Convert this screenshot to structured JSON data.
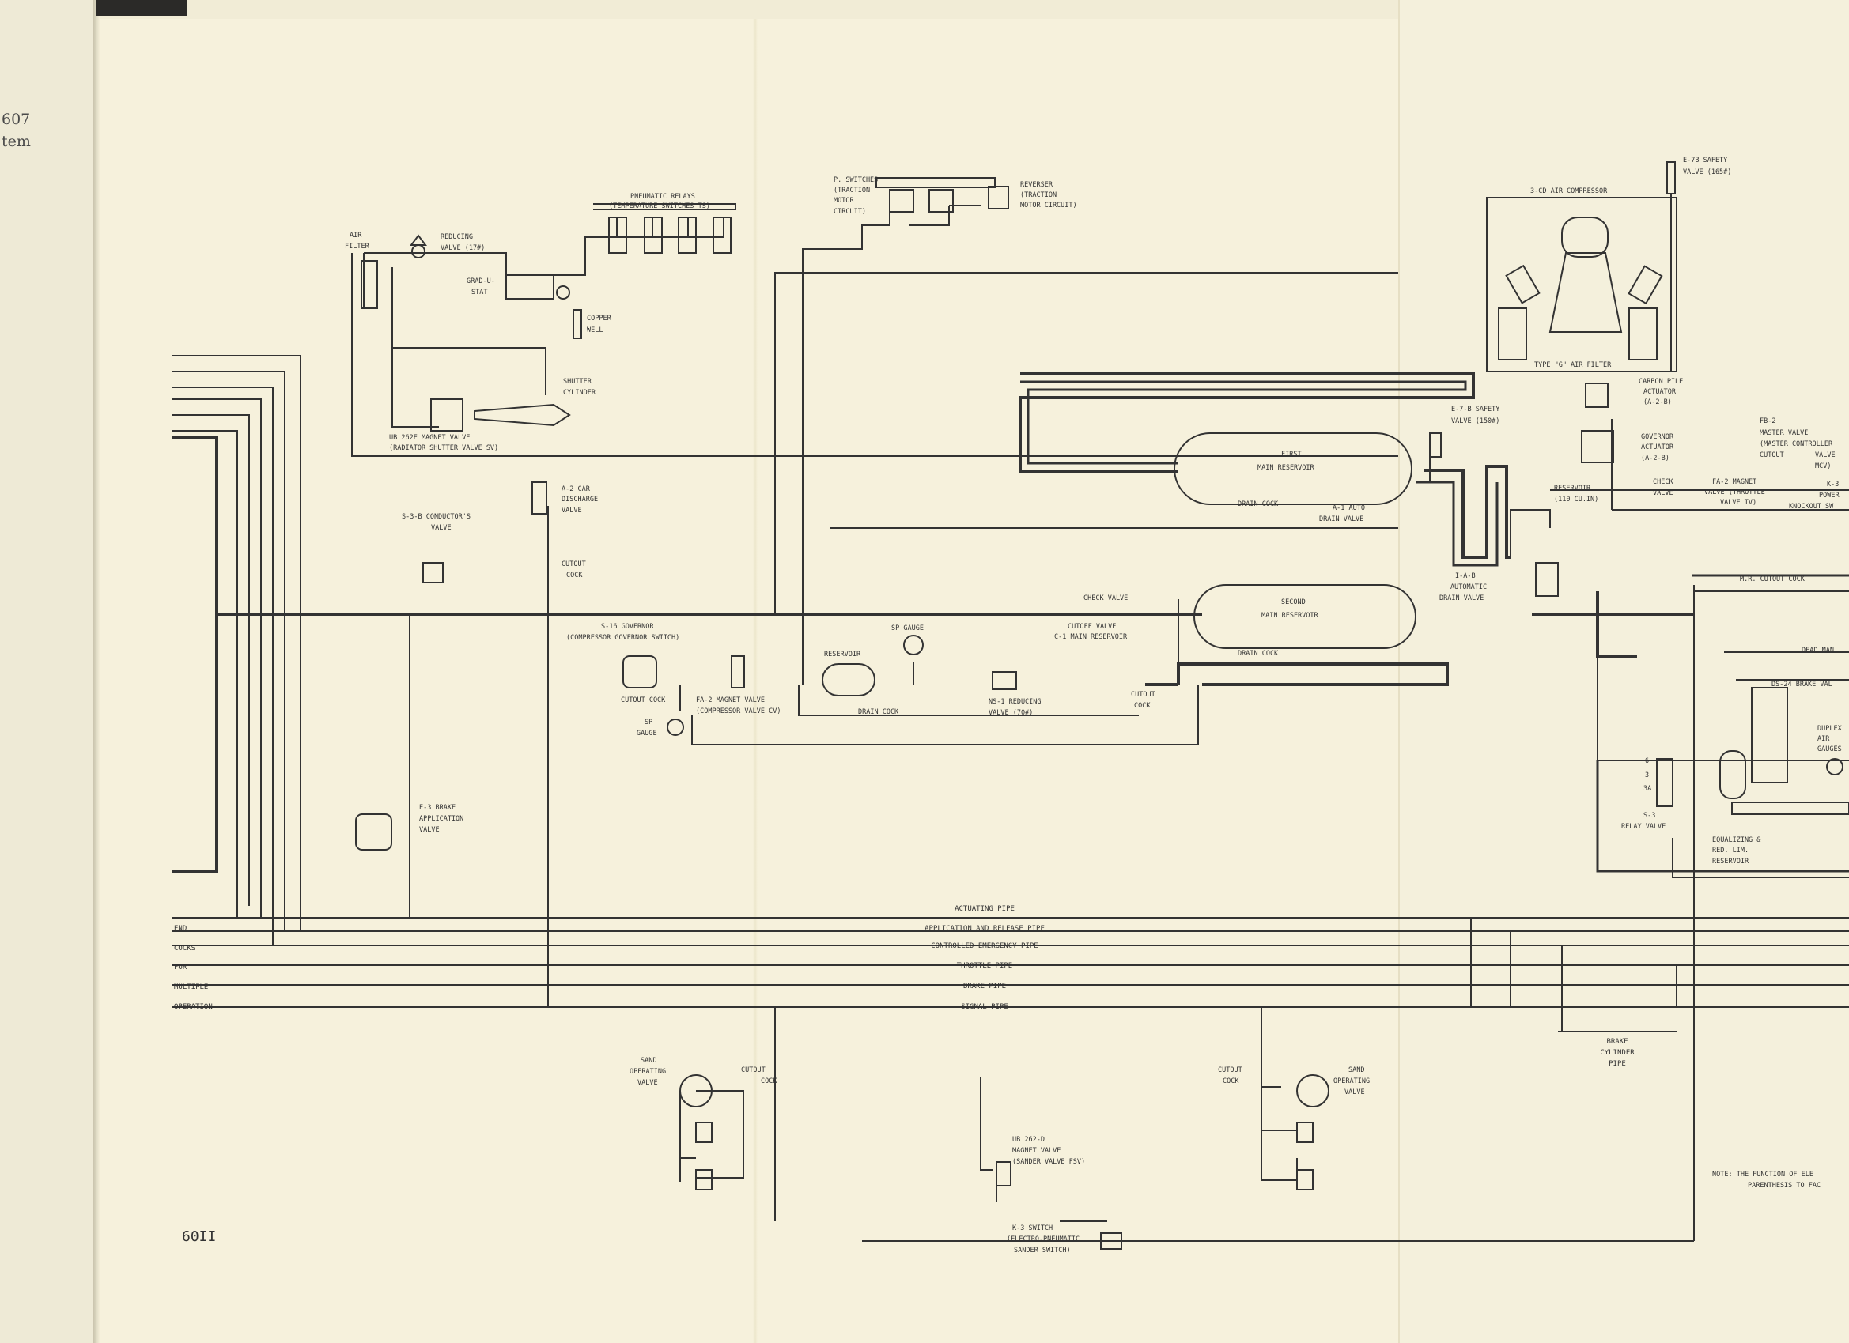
{
  "left_edge": {
    "line1": "607",
    "line2": "tem"
  },
  "page_number": "60II",
  "pipes": {
    "actuating": "ACTUATING PIPE",
    "app_release": "APPLICATION AND RELEASE PIPE",
    "controlled_emergency": "CONTROLLED EMERGENCY PIPE",
    "throttle": "THROTTLE PIPE",
    "brake": "BRAKE PIPE",
    "signal": "SIGNAL PIPE",
    "brake_cylinder": [
      "BRAKE",
      "CYLINDER",
      "PIPE"
    ]
  },
  "left_labels": [
    "END",
    "COCKS",
    "FOR",
    "MULTIPLE",
    "OPERATION"
  ],
  "components": {
    "air_filter": [
      "AIR",
      "FILTER"
    ],
    "reducing_valve": [
      "REDUCING",
      "VALVE (17#)"
    ],
    "pneumatic_relays": [
      "PNEUMATIC RELAYS",
      "(TEMPERATURE SWITCHES TS)"
    ],
    "grad_u_stat": [
      "GRAD-U-",
      "STAT"
    ],
    "copper_well": [
      "COPPER",
      "WELL"
    ],
    "shutter_cylinder": [
      "SHUTTER",
      "CYLINDER"
    ],
    "ub262e": [
      "UB 262E MAGNET VALVE",
      "(RADIATOR SHUTTER VALVE SV)"
    ],
    "p_switches": [
      "P. SWITCHES",
      "(TRACTION",
      "MOTOR",
      "CIRCUIT)"
    ],
    "reverser": [
      "REVERSER",
      "(TRACTION",
      "MOTOR CIRCUIT)"
    ],
    "e7b_safety": [
      "E-7B SAFETY",
      "VALVE (165#)"
    ],
    "compressor": "3-CD AIR COMPRESSOR",
    "type_g_filter": "TYPE \"G\" AIR FILTER",
    "carbon_pile": [
      "CARBON PILE",
      "ACTUATOR",
      "(A-2-B)"
    ],
    "governor_actuator": [
      "GOVERNOR",
      "ACTUATOR",
      "(A-2-B)"
    ],
    "reservoir_110": [
      "RESERVOIR",
      "(110 CU.IN)"
    ],
    "check_valve_right": [
      "CHECK",
      "VALVE"
    ],
    "fa2_throttle": [
      "FA-2 MAGNET",
      "VALVE (THROTTLE",
      "VALVE TV)"
    ],
    "fb2_master": [
      "FB-2",
      "MASTER VALVE",
      "(MASTER CONTROLLER",
      "CUTOUT",
      "VALVE",
      "MCV)"
    ],
    "k3_power": [
      "K-3",
      "POWER",
      "KNOCKOUT SW"
    ],
    "e7b_safety_150": [
      "E-7-B SAFETY",
      "VALVE (150#)"
    ],
    "first_main_res": [
      "FIRST",
      "MAIN RESERVOIR"
    ],
    "drain_cock": "DRAIN COCK",
    "a1_auto_drain": [
      "A-1 AUTO",
      "DRAIN VALVE"
    ],
    "a2_car_discharge": [
      "A-2 CAR",
      "DISCHARGE",
      "VALVE"
    ],
    "cutout_cock": [
      "CUTOUT",
      "COCK"
    ],
    "s38_conductor": [
      "S-3-B CONDUCTOR'S",
      "VALVE"
    ],
    "i_a_b_auto_drain": [
      "I-A-B",
      "AUTOMATIC",
      "DRAIN VALVE"
    ],
    "mr_cutout": "M.R. CUTOUT COCK",
    "check_valve_line": "CHECK VALVE",
    "cutoff_valve": [
      "CUTOFF VALVE",
      "C-1 MAIN RESERVOIR"
    ],
    "second_main_res": [
      "SECOND",
      "MAIN RESERVOIR"
    ],
    "s16_governor": [
      "S-16 GOVERNOR",
      "(COMPRESSOR GOVERNOR SWITCH)"
    ],
    "sp_gauge": "SP GAUGE",
    "sp_gauge_stack": [
      "SP",
      "GAUGE"
    ],
    "reservoir": "RESERVOIR",
    "cutout_cock_inline": "CUTOUT COCK",
    "fa2_compressor": [
      "FA-2 MAGNET VALVE",
      "(COMPRESSOR VALVE CV)"
    ],
    "ns1_reducing": [
      "NS-1 REDUCING",
      "VALVE (70#)"
    ],
    "dead_man": "DEAD MAN",
    "ds24_brake": "DS-24 BRAKE VAL",
    "duplex_gauges": [
      "DUPLEX",
      "AIR",
      "GAUGES"
    ],
    "s3_relay": [
      "S-3",
      "RELAY VALVE"
    ],
    "equalizing": [
      "EQUALIZING &",
      "RED. LIM.",
      "RESERVOIR"
    ],
    "e3_brake_app": [
      "E-3 BRAKE",
      "APPLICATION",
      "VALVE"
    ],
    "sand_operating": [
      "SAND",
      "OPERATING",
      "VALVE"
    ],
    "ub262d": [
      "UB 262-D",
      "MAGNET VALVE",
      "(SANDER VALVE FSV)"
    ],
    "k3_switch": [
      "K-3 SWITCH",
      "(ELECTRO-PNEUMATIC",
      "SANDER SWITCH)"
    ],
    "note": [
      "NOTE:  THE FUNCTION OF ELE",
      "PARENTHESIS TO FAC"
    ],
    "relay_ports": [
      "6",
      "3",
      "3A"
    ]
  },
  "colors": {
    "paper": "#f6f1dc",
    "ink": "#333333"
  }
}
